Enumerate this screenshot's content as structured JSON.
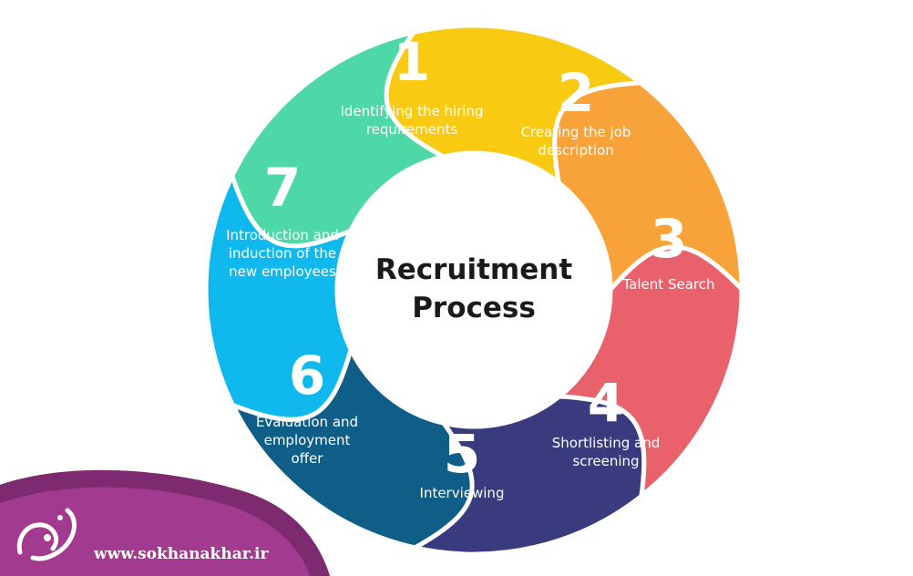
{
  "center_title": [
    "Recruitment",
    "Process"
  ],
  "steps": [
    {
      "number": "1",
      "label": [
        "Identifying the hiring",
        "requirements"
      ],
      "color": "#F9CA12"
    },
    {
      "number": "2",
      "label": [
        "Creating the job",
        "description"
      ],
      "color": "#F8A23A"
    },
    {
      "number": "3",
      "label": [
        "Talent Search"
      ],
      "color": "#E9616A"
    },
    {
      "number": "4",
      "label": [
        "Shortlisting and",
        "screening"
      ],
      "color": "#3A3A7E"
    },
    {
      "number": "5",
      "label": [
        "Interviewing"
      ],
      "color": "#0E5E88"
    },
    {
      "number": "6",
      "label": [
        "Evaluation and",
        "employment",
        "offer"
      ],
      "color": "#0FB9EE"
    },
    {
      "number": "7",
      "label": [
        "Introduction and",
        "induction of the",
        "new employees"
      ],
      "color": "#4ED8A8"
    }
  ],
  "watermark": {
    "url": "www.sokhanakhar.ir",
    "band_color": "#A23A8F",
    "band_dark_color": "#7E2A70"
  }
}
